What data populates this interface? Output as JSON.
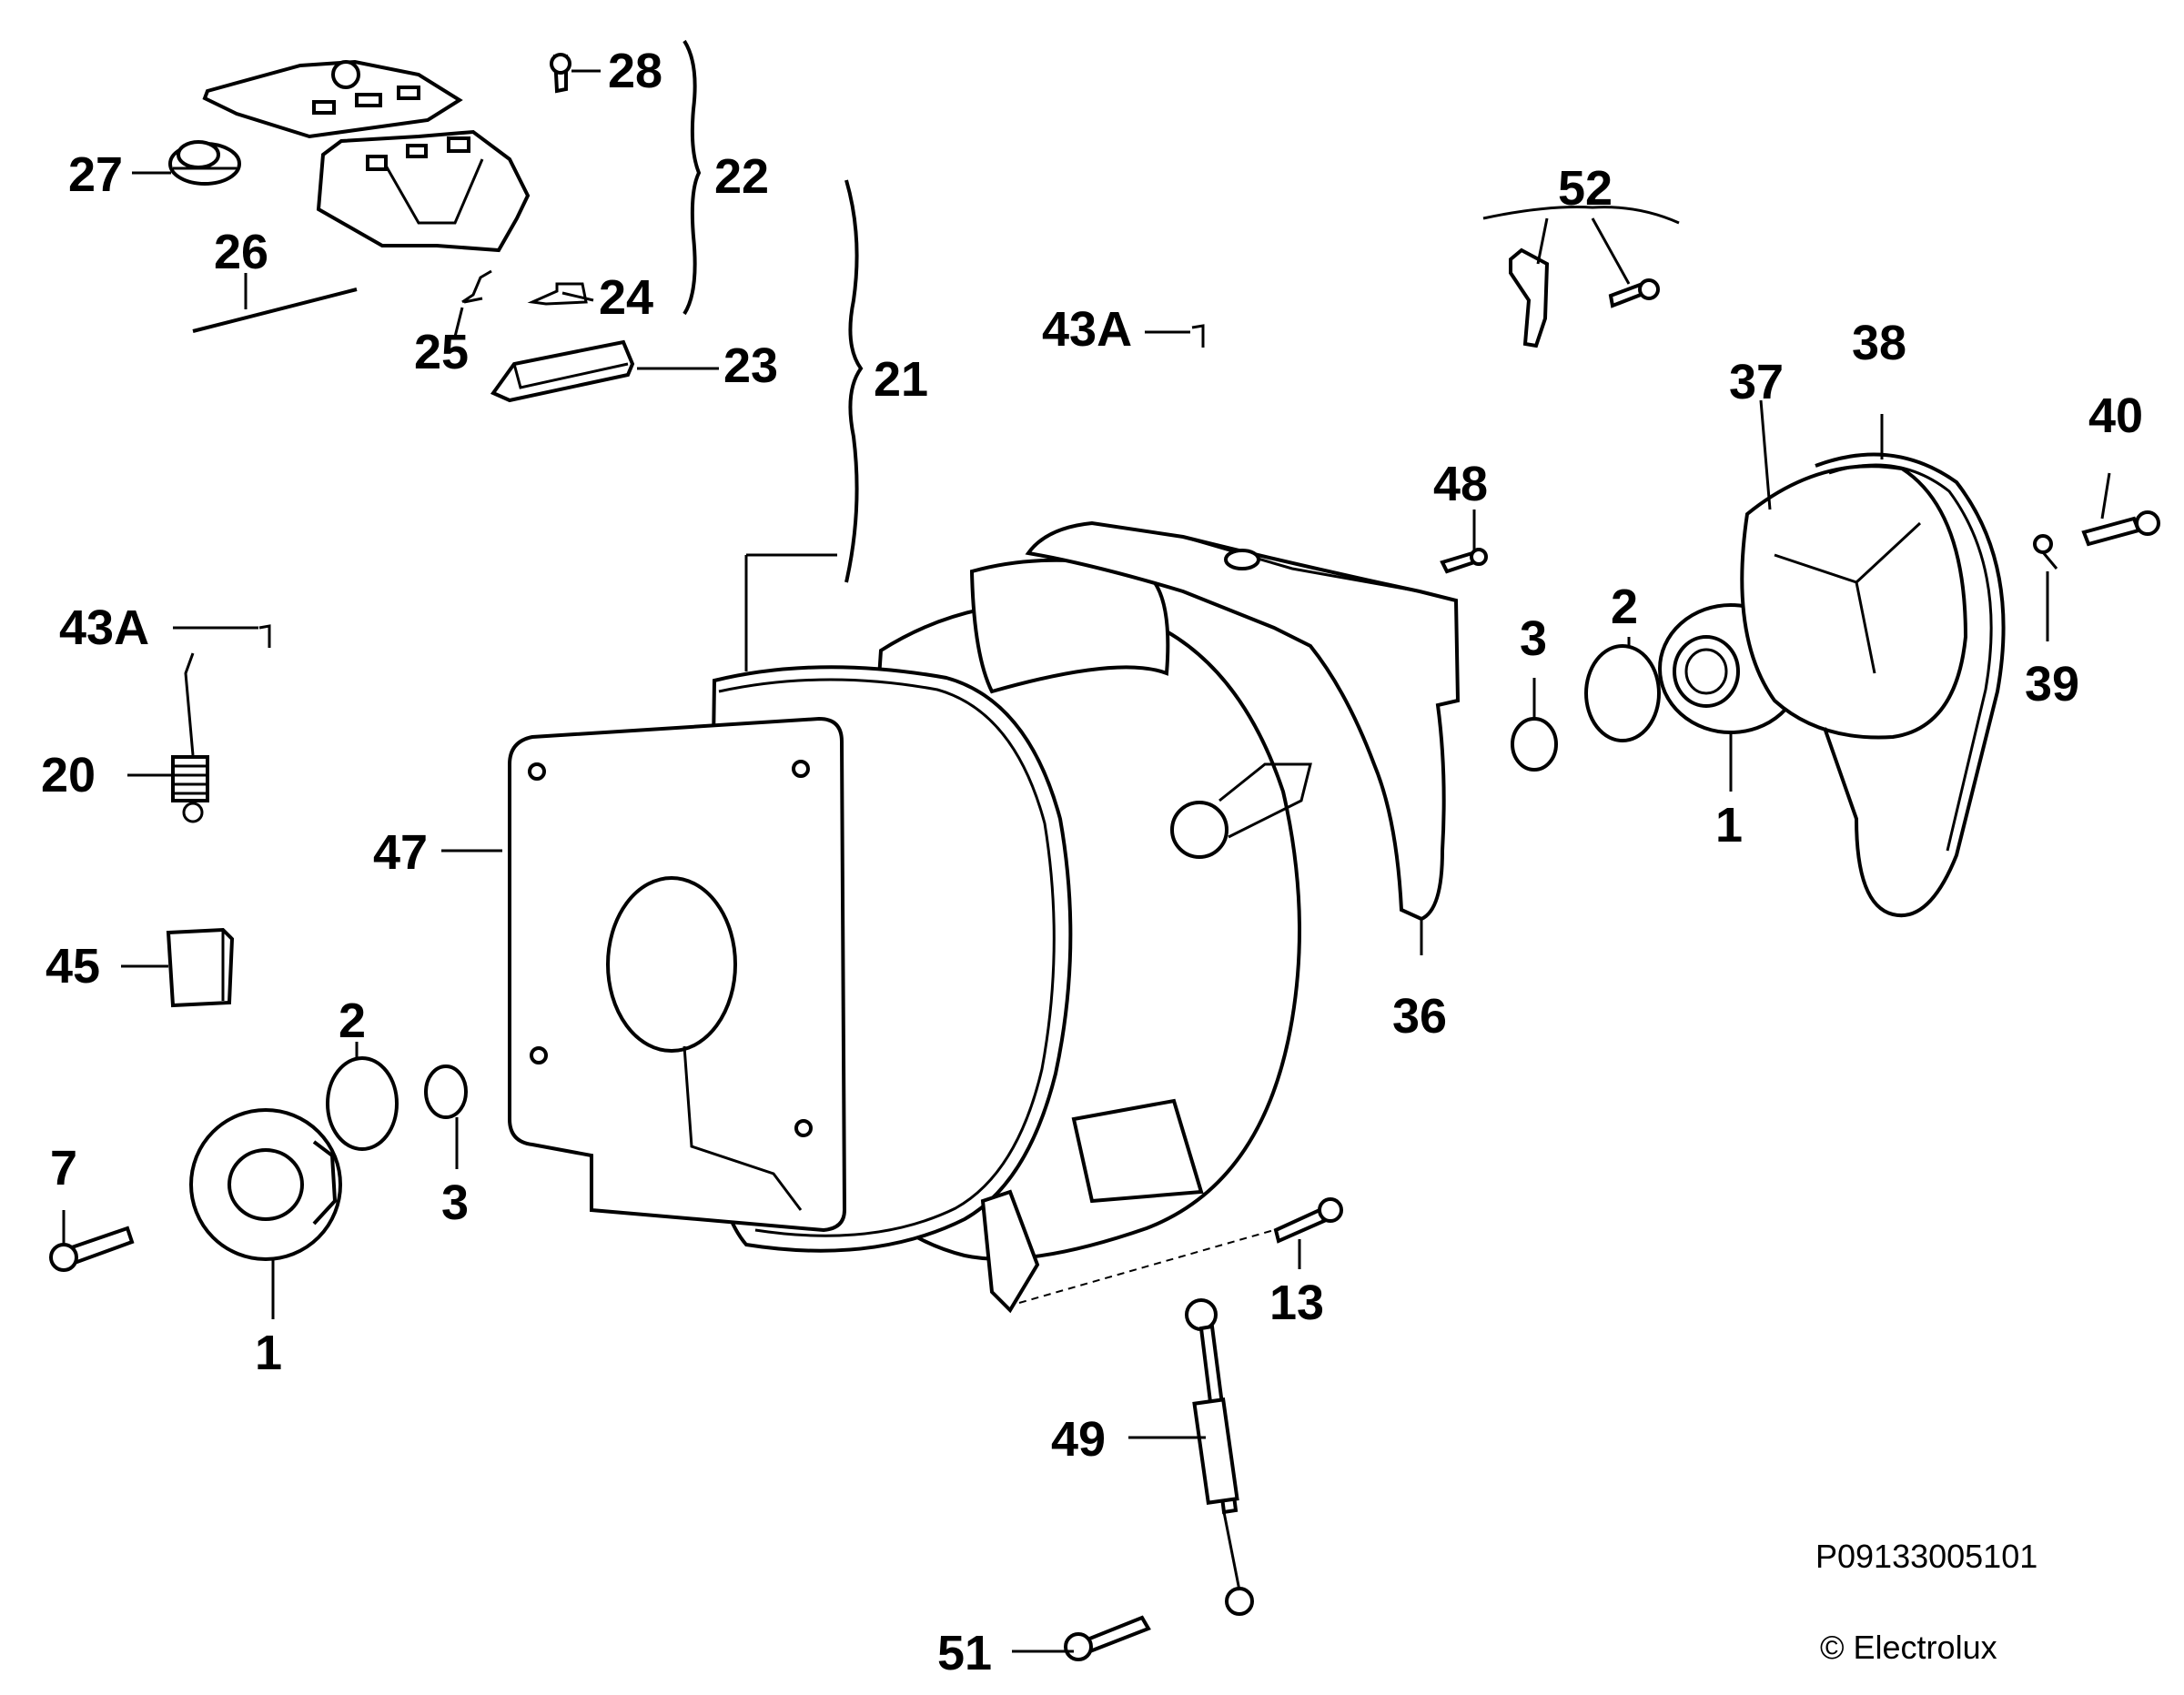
{
  "diagram": {
    "part_code": "P09133005101",
    "copyright": "© Electrolux",
    "callouts": [
      {
        "id": "c-28",
        "text": "28"
      },
      {
        "id": "c-22",
        "text": "22"
      },
      {
        "id": "c-27",
        "text": "27"
      },
      {
        "id": "c-26",
        "text": "26"
      },
      {
        "id": "c-24",
        "text": "24"
      },
      {
        "id": "c-25",
        "text": "25"
      },
      {
        "id": "c-23",
        "text": "23"
      },
      {
        "id": "c-21",
        "text": "21"
      },
      {
        "id": "c-43a-top",
        "text": "43A"
      },
      {
        "id": "c-52",
        "text": "52"
      },
      {
        "id": "c-38",
        "text": "38"
      },
      {
        "id": "c-37",
        "text": "37"
      },
      {
        "id": "c-40",
        "text": "40"
      },
      {
        "id": "c-48",
        "text": "48"
      },
      {
        "id": "c-3-right",
        "text": "3"
      },
      {
        "id": "c-2-right",
        "text": "2"
      },
      {
        "id": "c-39",
        "text": "39"
      },
      {
        "id": "c-1-right",
        "text": "1"
      },
      {
        "id": "c-43a-left",
        "text": "43A"
      },
      {
        "id": "c-20",
        "text": "20"
      },
      {
        "id": "c-47",
        "text": "47"
      },
      {
        "id": "c-36",
        "text": "36"
      },
      {
        "id": "c-45",
        "text": "45"
      },
      {
        "id": "c-2-left",
        "text": "2"
      },
      {
        "id": "c-3-left",
        "text": "3"
      },
      {
        "id": "c-7",
        "text": "7"
      },
      {
        "id": "c-1-left",
        "text": "1"
      },
      {
        "id": "c-13",
        "text": "13"
      },
      {
        "id": "c-49",
        "text": "49"
      },
      {
        "id": "c-51",
        "text": "51"
      }
    ]
  }
}
